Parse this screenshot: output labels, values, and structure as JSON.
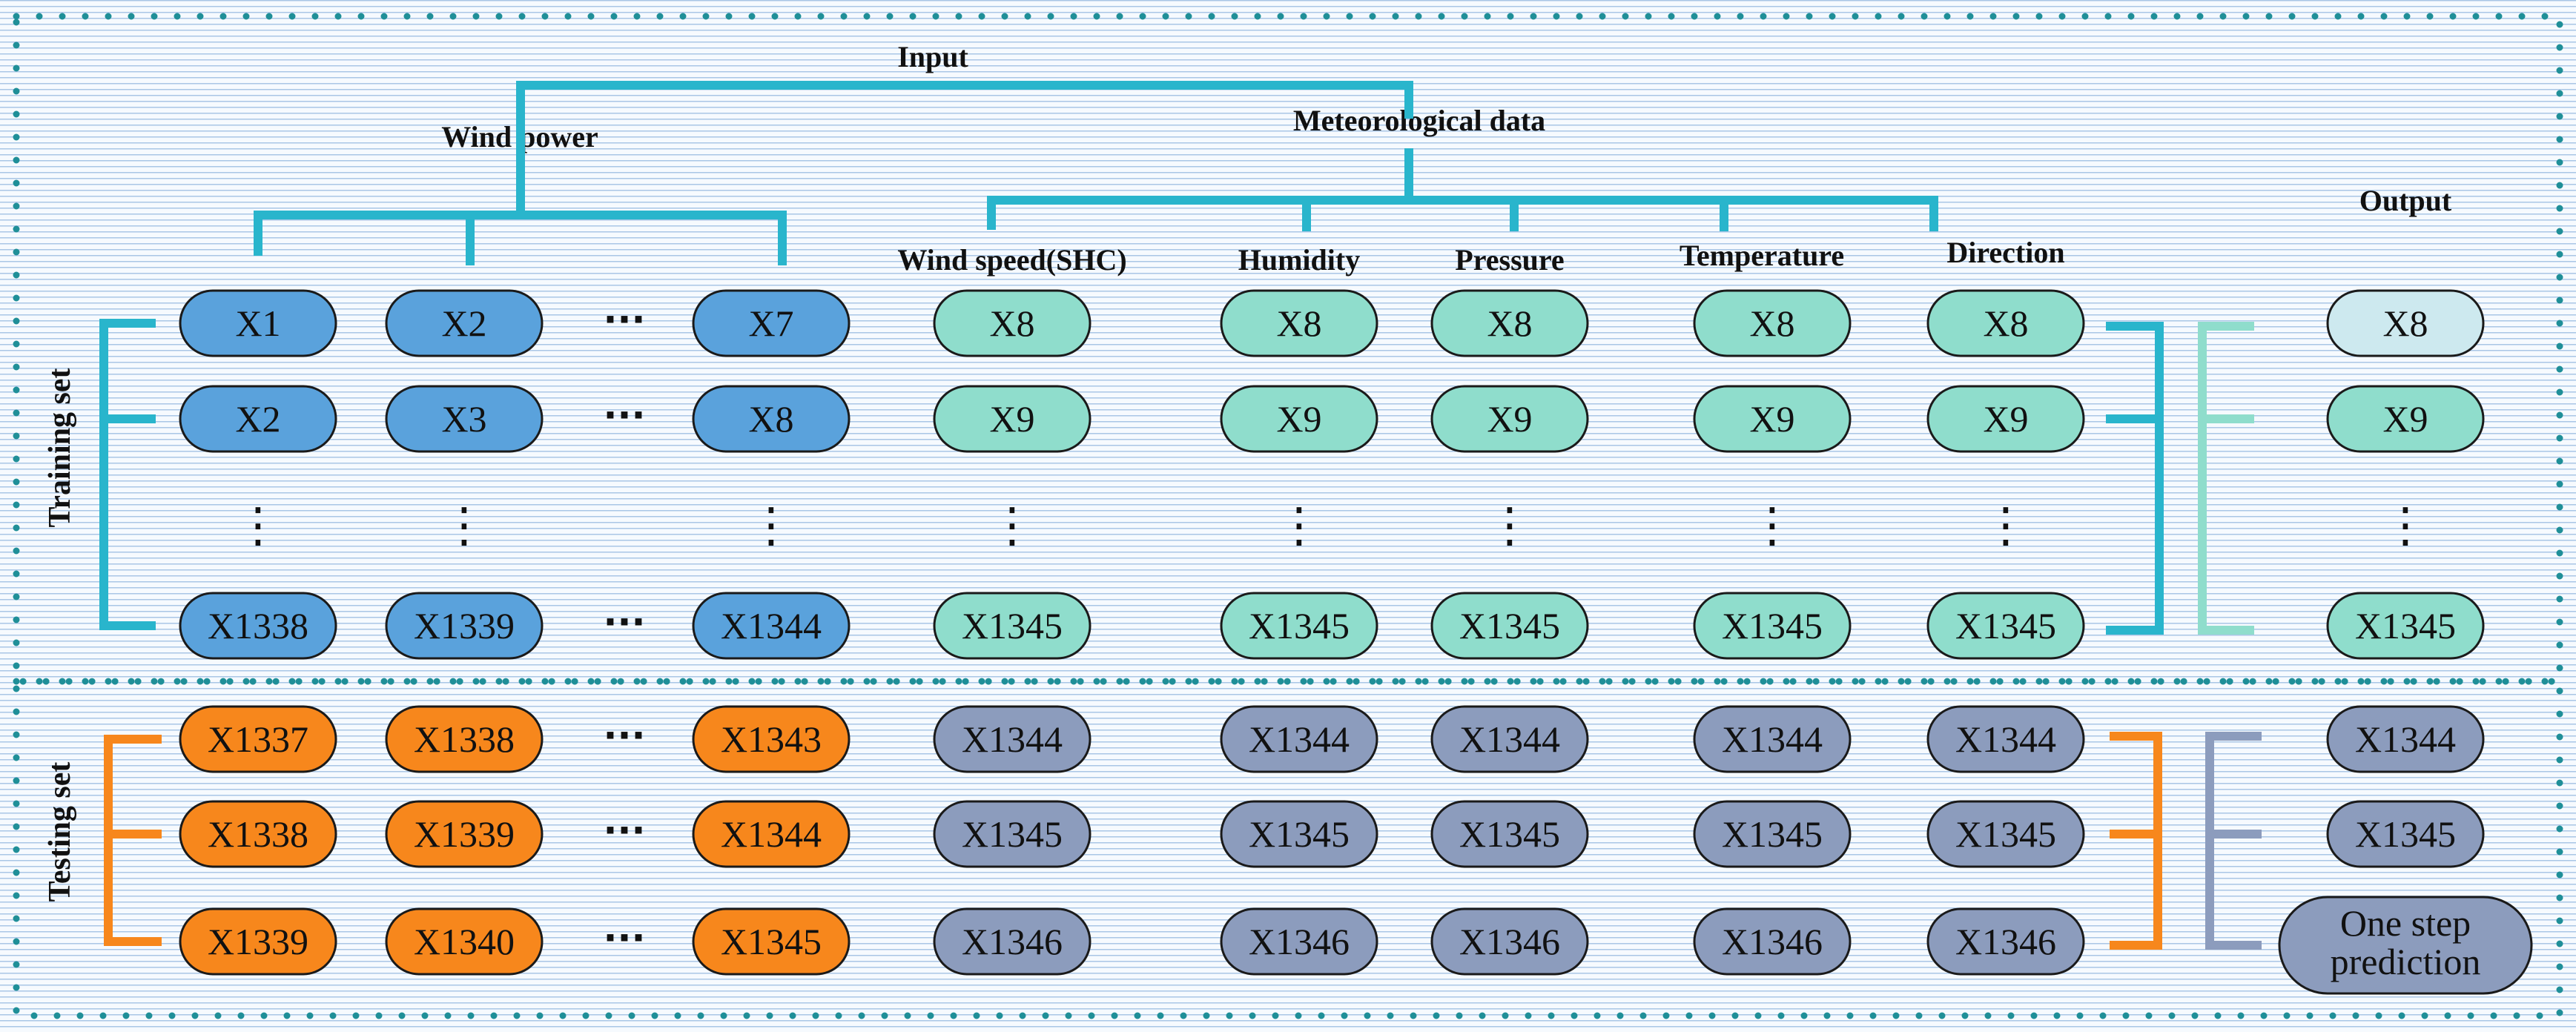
{
  "colors": {
    "wind_power_train": "#5aa2dc",
    "wind_power_test": "#f7871c",
    "meteo_train": "#8fddcc",
    "meteo_test": "#8c9cbd",
    "output_first": "#cde9ef",
    "tree_line": "#29b5cc",
    "output_train_bracket": "#8fddcc",
    "test_bracket": "#f7871c",
    "output_test_bracket": "#8c9cbd",
    "border_dots": "#1f8f98",
    "background_lines": "#a9c6e6"
  },
  "headers": {
    "input": "Input",
    "wind_power": "Wind power",
    "meteorological": "Meteorological data",
    "output": "Output"
  },
  "columns": [
    {
      "label": "",
      "group": "wind",
      "training": [
        "X1",
        "X2",
        "X1338"
      ],
      "testing": [
        "X1337",
        "X1338",
        "X1339"
      ]
    },
    {
      "label": "",
      "group": "wind",
      "training": [
        "X2",
        "X3",
        "X1339"
      ],
      "testing": [
        "X1338",
        "X1339",
        "X1340"
      ]
    },
    {
      "label": "",
      "group": "wind",
      "training": [
        "X7",
        "X8",
        "X1344"
      ],
      "testing": [
        "X1343",
        "X1344",
        "X1345"
      ]
    },
    {
      "label": "Wind speed(SHC)",
      "group": "meteo",
      "training": [
        "X8",
        "X9",
        "X1345"
      ],
      "testing": [
        "X1344",
        "X1345",
        "X1346"
      ]
    },
    {
      "label": "Humidity",
      "group": "meteo",
      "training": [
        "X8",
        "X9",
        "X1345"
      ],
      "testing": [
        "X1344",
        "X1345",
        "X1346"
      ]
    },
    {
      "label": "Pressure",
      "group": "meteo",
      "training": [
        "X8",
        "X9",
        "X1345"
      ],
      "testing": [
        "X1344",
        "X1345",
        "X1346"
      ]
    },
    {
      "label": "Temperature",
      "group": "meteo",
      "training": [
        "X8",
        "X9",
        "X1345"
      ],
      "testing": [
        "X1344",
        "X1345",
        "X1346"
      ]
    },
    {
      "label": "Direction",
      "group": "meteo",
      "training": [
        "X8",
        "X9",
        "X1345"
      ],
      "testing": [
        "X1344",
        "X1345",
        "X1346"
      ]
    }
  ],
  "output": {
    "training": [
      "X8",
      "X9",
      "X1345"
    ],
    "testing": [
      "X1344",
      "X1345"
    ],
    "prediction": [
      "One step",
      "prediction"
    ]
  },
  "side_labels": {
    "training": "Training set",
    "testing": "Testing set"
  },
  "ellipsis": {
    "horizontal": "···",
    "vertical": "⋮"
  }
}
